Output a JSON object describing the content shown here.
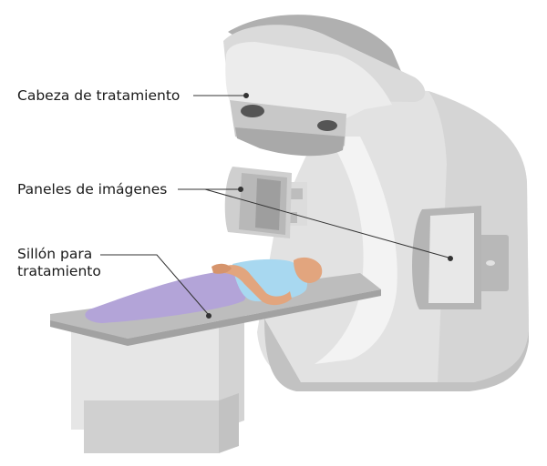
{
  "labels": {
    "treatment_head": "Cabeza de tratamiento",
    "imaging_panels": "Paneles de imágenes",
    "treatment_couch_line1": "Sillón para",
    "treatment_couch_line2": "tratamiento"
  },
  "colors": {
    "machine_light": "#e6e6e6",
    "machine_mid": "#d2d2d2",
    "machine_dark": "#a8a8a8",
    "couch_top": "#b5b5b5",
    "sheet": "#b3a4d8",
    "shirt": "#a8d8f0",
    "skin": "#e2a57e",
    "leader": "#333333"
  }
}
